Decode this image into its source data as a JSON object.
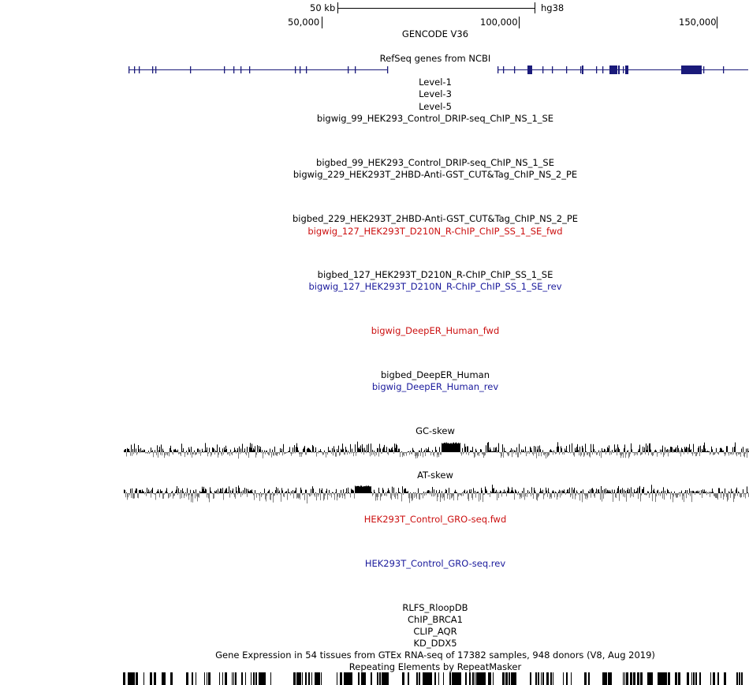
{
  "ruler": {
    "scale_label": "50 kb",
    "assembly": "hg38",
    "positions": [
      "50,000",
      "100,000",
      "150,000"
    ]
  },
  "colors": {
    "gene": "#1a1a7a",
    "fwd_text": "#cc1111",
    "rev_text": "#1a1a9c",
    "skew_pos": "#000000",
    "skew_neg": "#7a7a7a"
  },
  "tracks": [
    {
      "id": "gencode",
      "label": "GENCODE V36",
      "color": "black"
    },
    {
      "id": "refseq",
      "label": "RefSeq genes from NCBI",
      "color": "black"
    },
    {
      "id": "level1",
      "label": "Level-1",
      "color": "black"
    },
    {
      "id": "level3",
      "label": "Level-3",
      "color": "black"
    },
    {
      "id": "level5",
      "label": "Level-5",
      "color": "black"
    },
    {
      "id": "bigwig99",
      "label": "bigwig_99_HEK293_Control_DRIP-seq_ChIP_NS_1_SE",
      "color": "black"
    },
    {
      "id": "bigbed99",
      "label": "bigbed_99_HEK293_Control_DRIP-seq_ChIP_NS_1_SE",
      "color": "black"
    },
    {
      "id": "bigwig229",
      "label": "bigwig_229_HEK293T_2HBD-Anti-GST_CUT&Tag_ChIP_NS_2_PE",
      "color": "black"
    },
    {
      "id": "bigbed229",
      "label": "bigbed_229_HEK293T_2HBD-Anti-GST_CUT&Tag_ChIP_NS_2_PE",
      "color": "black"
    },
    {
      "id": "bigwig127fwd",
      "label": "bigwig_127_HEK293T_D210N_R-ChIP_ChIP_SS_1_SE_fwd",
      "color": "red"
    },
    {
      "id": "bigbed127",
      "label": "bigbed_127_HEK293T_D210N_R-ChIP_ChIP_SS_1_SE",
      "color": "black"
    },
    {
      "id": "bigwig127rev",
      "label": "bigwig_127_HEK293T_D210N_R-ChIP_ChIP_SS_1_SE_rev",
      "color": "blue"
    },
    {
      "id": "deeperfwd",
      "label": "bigwig_DeepER_Human_fwd",
      "color": "red"
    },
    {
      "id": "deeperbed",
      "label": "bigbed_DeepER_Human",
      "color": "black"
    },
    {
      "id": "deeperrev",
      "label": "bigwig_DeepER_Human_rev",
      "color": "blue"
    },
    {
      "id": "gcskew",
      "label": "GC-skew",
      "color": "black"
    },
    {
      "id": "atskew",
      "label": "AT-skew",
      "color": "black"
    },
    {
      "id": "grofwd",
      "label": "HEK293T_Control_GRO-seq.fwd",
      "color": "red"
    },
    {
      "id": "grorev",
      "label": "HEK293T_Control_GRO-seq.rev",
      "color": "blue"
    },
    {
      "id": "rlfs",
      "label": "RLFS_RloopDB",
      "color": "black"
    },
    {
      "id": "brca1",
      "label": "ChIP_BRCA1",
      "color": "black"
    },
    {
      "id": "aqr",
      "label": "CLIP_AQR",
      "color": "black"
    },
    {
      "id": "ddx5",
      "label": "KD_DDX5",
      "color": "black"
    },
    {
      "id": "gtex",
      "label": "Gene Expression in 54 tissues from GTEx RNA-seq of 17382 samples, 948 donors (V8, Aug 2019)",
      "color": "black"
    },
    {
      "id": "rmsk",
      "label": "Repeating Elements by RepeatMasker",
      "color": "black"
    }
  ]
}
